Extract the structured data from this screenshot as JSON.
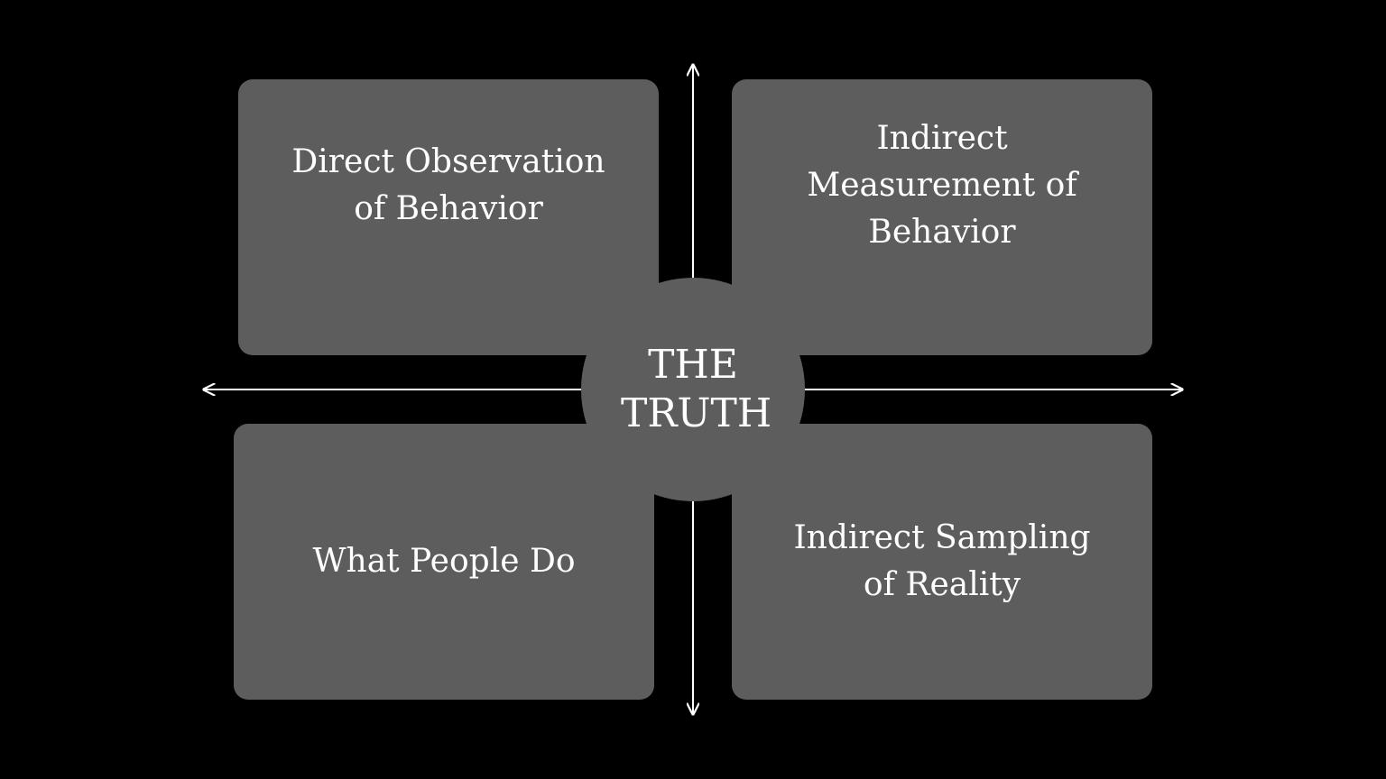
{
  "diagram": {
    "center": {
      "label": "THE TRUTH"
    },
    "quadrants": {
      "top_left": "Direct Observation of Behavior",
      "top_right": "Indirect Measurement of Behavior",
      "bottom_left": "What People Do",
      "bottom_right": "Indirect Sampling of Reality"
    },
    "colors": {
      "background": "#000000",
      "box_fill": "#5d5d5d",
      "text": "#ffffff",
      "axis": "#ffffff"
    }
  }
}
